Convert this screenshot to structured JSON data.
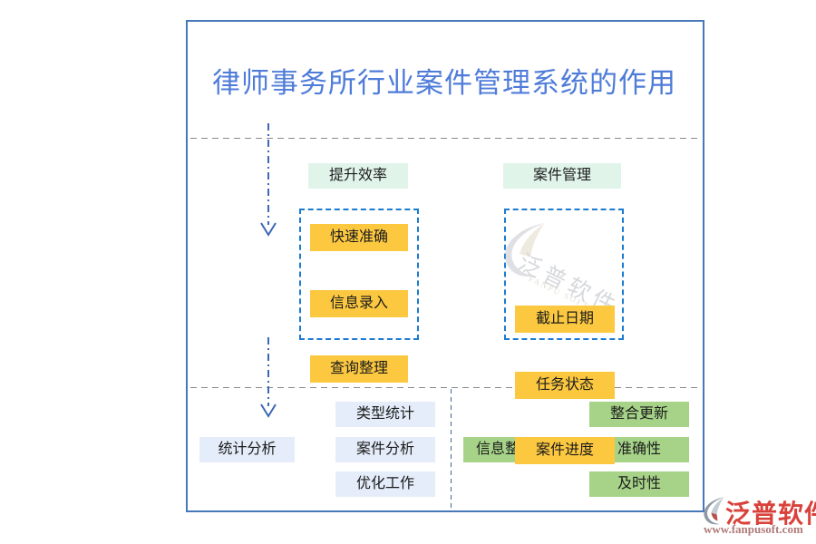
{
  "title": "律师事务所行业案件管理系统的作用",
  "flow": {
    "top_row": [
      {
        "label": "提升效率",
        "items": [
          "快速准确",
          "信息录入",
          "查询整理"
        ]
      },
      {
        "label": "案件管理",
        "items": [
          "截止日期",
          "任务状态",
          "案件进度"
        ]
      }
    ],
    "bottom_row": [
      {
        "label": "统计分析",
        "items": [
          "类型统计",
          "案件分析",
          "优化工作"
        ]
      },
      {
        "label": "信息整合",
        "items": [
          "整合更新",
          "准确性",
          "及时性"
        ]
      }
    ]
  },
  "watermark": {
    "brand": "泛普软件",
    "sub": "FANPU SOFT"
  },
  "footer_logo": {
    "brand": "泛普软件",
    "url": "www.fanpusoft.com"
  },
  "colors": {
    "title": "#4f7cd9",
    "container_border": "#4678ba",
    "group_dashed_border": "#1b7bd0",
    "arrow": "#3c68b5",
    "divider_grey": "#8a8a8a",
    "node_orange": "#fcc840",
    "node_green": "#a6d388",
    "node_light_blue": "#e4edf9",
    "node_mint": "#e1f4ea",
    "logo_red": "#d9423b"
  }
}
